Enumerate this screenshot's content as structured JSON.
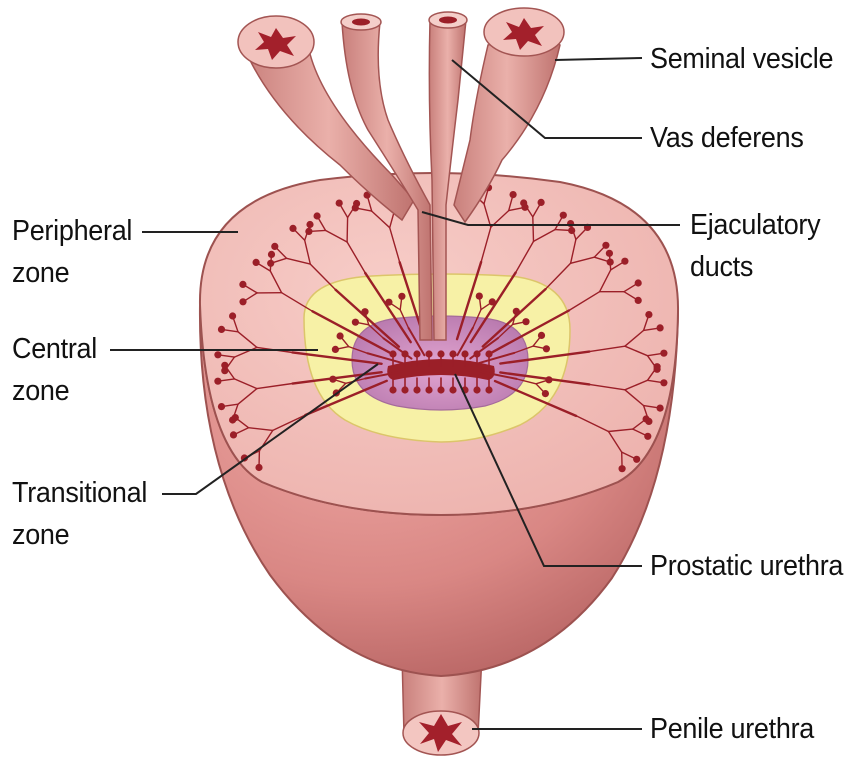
{
  "labels": {
    "seminal_vesicle": "Seminal vesicle",
    "vas_deferens": "Vas deferens",
    "ejaculatory_ducts": [
      "Ejaculatory",
      "ducts"
    ],
    "peripheral_zone": [
      "Peripheral",
      "zone"
    ],
    "central_zone": [
      "Central",
      "zone"
    ],
    "transitional_zone": [
      "Transitional",
      "zone"
    ],
    "prostatic_urethra": "Prostatic urethra",
    "penile_urethra": "Penile urethra"
  },
  "colors": {
    "gland_outer": "#cf7a78",
    "gland_top": "#f0b8b4",
    "peripheral_zone": "#f3c3bd",
    "central_zone": "#f7f0a6",
    "transitional_zone": "#cc8fc0",
    "ducts": "#9b1f28",
    "leader_lines": "#222222"
  }
}
